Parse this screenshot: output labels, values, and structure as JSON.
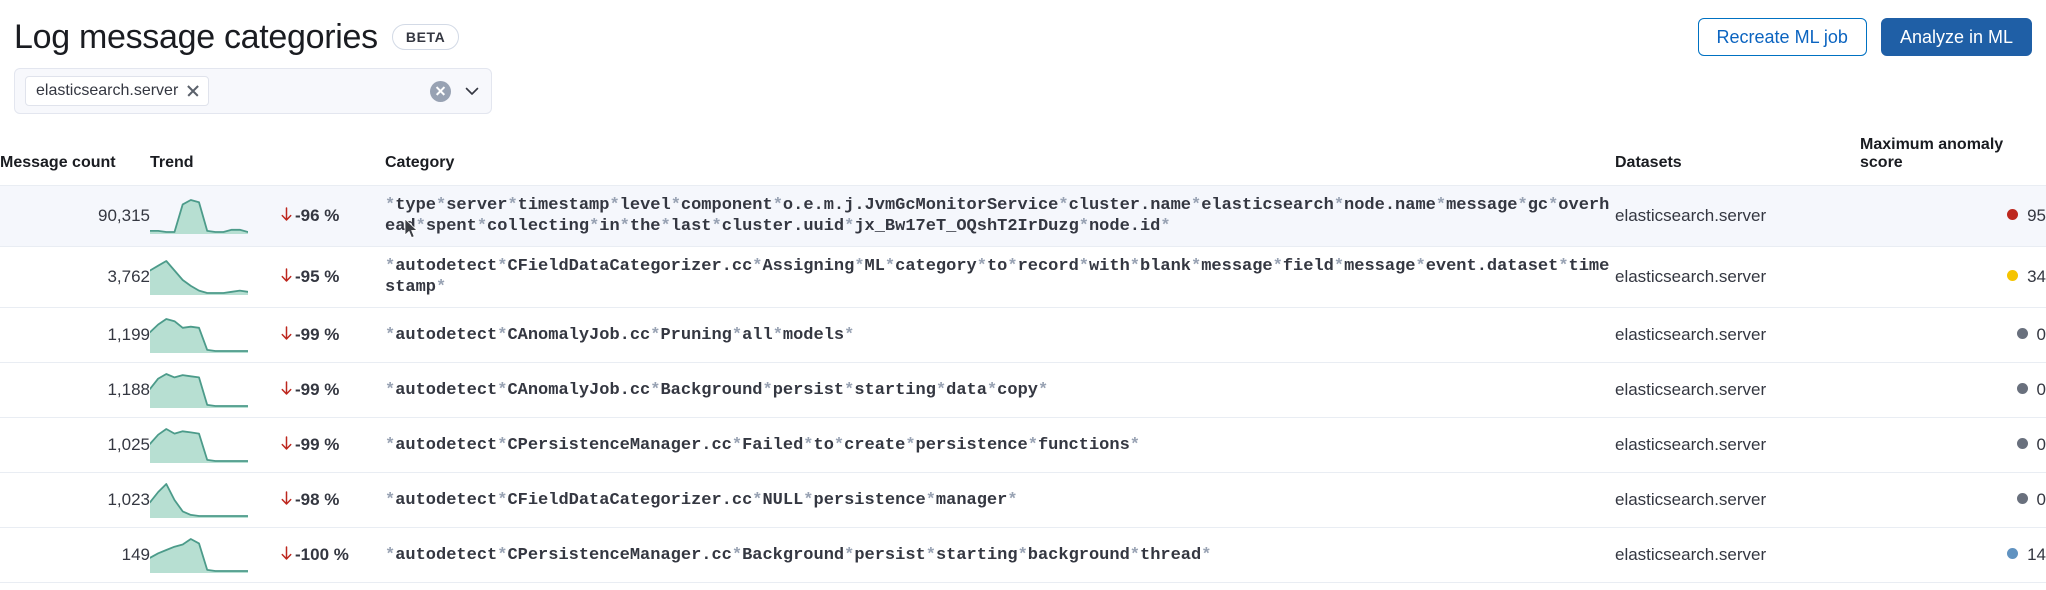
{
  "header": {
    "title": "Log message categories",
    "badge": "BETA",
    "recreate_button": "Recreate ML job",
    "analyze_button": "Analyze in ML"
  },
  "filter_bar": {
    "selected": [
      "elasticsearch.server"
    ],
    "clear_icon": "clear-circle-icon",
    "chevron_icon": "chevron-down-icon"
  },
  "table": {
    "columns": [
      "Message count",
      "Trend",
      "Category",
      "Datasets",
      "Maximum anomaly score"
    ],
    "rows": [
      {
        "count": "90,315",
        "delta": "-96 %",
        "category": "*type*server*timestamp*level*component*o.e.m.j.JvmGcMonitorService*cluster.name*elasticsearch*node.name*message*gc*overhead*spent*collecting*in*the*last*cluster.uuid*jx_Bw17eT_OQshT2IrDuzg*node.id*",
        "dataset": "elasticsearch.server",
        "score": "95",
        "score_color": "#bd271e",
        "trend": [
          10,
          10,
          9,
          9,
          34,
          38,
          36,
          10,
          9,
          9,
          11,
          11,
          9
        ]
      },
      {
        "count": "3,762",
        "delta": "-95 %",
        "category": "*autodetect*CFieldDataCategorizer.cc*Assigning*ML*category*to*record*with*blank*message*field*message*event.dataset*timestamp*",
        "dataset": "elasticsearch.server",
        "score": "34",
        "score_color": "#f5c400",
        "trend": [
          30,
          34,
          38,
          30,
          22,
          17,
          13,
          11,
          11,
          11,
          12,
          13,
          12
        ]
      },
      {
        "count": "1,199",
        "delta": "-99 %",
        "category": "*autodetect*CAnomalyJob.cc*Pruning*all*models*",
        "dataset": "elasticsearch.server",
        "score": "0",
        "score_color": "#69707d",
        "trend": [
          26,
          33,
          38,
          36,
          30,
          31,
          30,
          10,
          9,
          9,
          9,
          9,
          9
        ]
      },
      {
        "count": "1,188",
        "delta": "-99 %",
        "category": "*autodetect*CAnomalyJob.cc*Background*persist*starting*data*copy*",
        "dataset": "elasticsearch.server",
        "score": "0",
        "score_color": "#69707d",
        "trend": [
          24,
          33,
          37,
          34,
          36,
          35,
          34,
          10,
          9,
          9,
          9,
          9,
          9
        ]
      },
      {
        "count": "1,025",
        "delta": "-99 %",
        "category": "*autodetect*CPersistenceManager.cc*Failed*to*create*persistence*functions*",
        "dataset": "elasticsearch.server",
        "score": "0",
        "score_color": "#69707d",
        "trend": [
          24,
          32,
          37,
          33,
          35,
          34,
          33,
          10,
          9,
          9,
          9,
          9,
          9
        ]
      },
      {
        "count": "1,023",
        "delta": "-98 %",
        "category": "*autodetect*CFieldDataCategorizer.cc*NULL*persistence*manager*",
        "dataset": "elasticsearch.server",
        "score": "0",
        "score_color": "#69707d",
        "trend": [
          22,
          31,
          38,
          24,
          14,
          11,
          10,
          10,
          10,
          10,
          10,
          10,
          10
        ]
      },
      {
        "count": "149",
        "delta": "-100 %",
        "category": "*autodetect*CPersistenceManager.cc*Background*persist*starting*background*thread*",
        "dataset": "elasticsearch.server",
        "score": "14",
        "score_color": "#6092c0",
        "trend": [
          21,
          25,
          28,
          31,
          33,
          38,
          34,
          10,
          9,
          9,
          9,
          9,
          9
        ]
      }
    ]
  },
  "colors": {
    "primary_button": "#1f5fa6",
    "secondary_button_text": "#0b64c0",
    "delta_negative": "#bd271e",
    "spark_line": "#4c9b8a",
    "spark_fill": "#b7dfd2",
    "row_highlight": "#f5f7fc"
  }
}
